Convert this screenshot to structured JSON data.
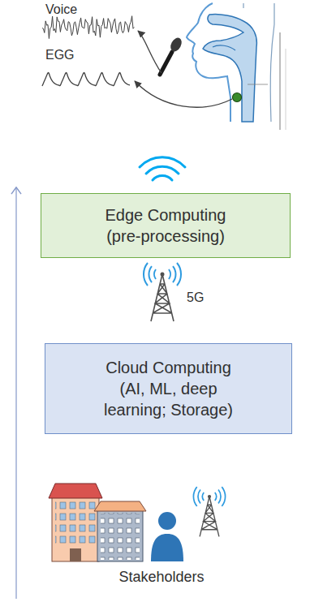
{
  "diagram": {
    "nodes": [
      {
        "text": [
          "Edge Computing (pre-processing)"
        ]
      },
      {
        "text": [
          "Cloud Computing (AI, ML, deep learning; Storage)"
        ]
      }
    ],
    "labels": [
      "Voice",
      "EGG",
      "5G",
      "Stakeholders"
    ]
  }
}
